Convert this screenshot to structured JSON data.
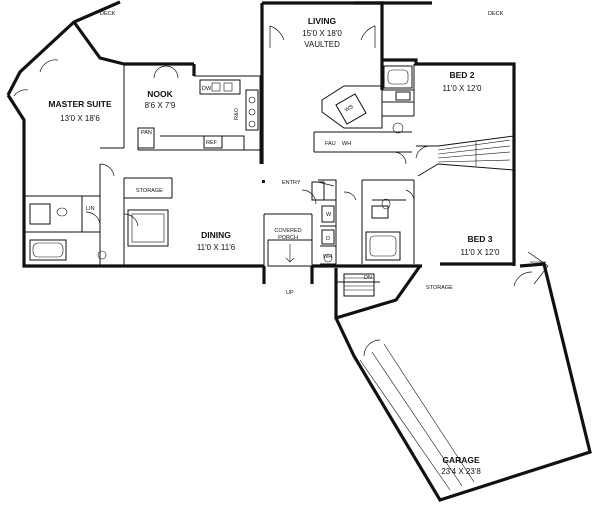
{
  "plan": {
    "rooms": {
      "deck_left": "DECK",
      "deck_right": "DECK",
      "living": {
        "name": "LIVING",
        "size": "15'0 X 18'0",
        "note": "VAULTED"
      },
      "bed2": {
        "name": "BED 2",
        "size": "11'0 X 12'0"
      },
      "master": {
        "name": "MASTER SUITE",
        "size": "13'0 X 18'6"
      },
      "nook": {
        "name": "NOOK",
        "size": "8'6 X 7'9"
      },
      "dining": {
        "name": "DINING",
        "size": "11'0 X 11'6"
      },
      "bed3": {
        "name": "BED 3",
        "size": "11'0 X 12'0"
      },
      "garage": {
        "name": "GARAGE",
        "size": "23'4 X 23'8"
      },
      "entry": "ENTRY",
      "storage_inner": "STORAGE",
      "storage_garage": "STORAGE",
      "covered_porch": {
        "line1": "COVERED",
        "line2": "PORCH"
      }
    },
    "fixtures": {
      "dw": "DW",
      "pan": "PAN",
      "ref": "REF",
      "rao": "R&O",
      "lin": "LIN",
      "fau": "FAU",
      "wh_hall": "WH",
      "ws": "WS",
      "w": "W",
      "d": "D",
      "wh_laundry": "WH",
      "dn": "DN",
      "up": "UP"
    }
  }
}
